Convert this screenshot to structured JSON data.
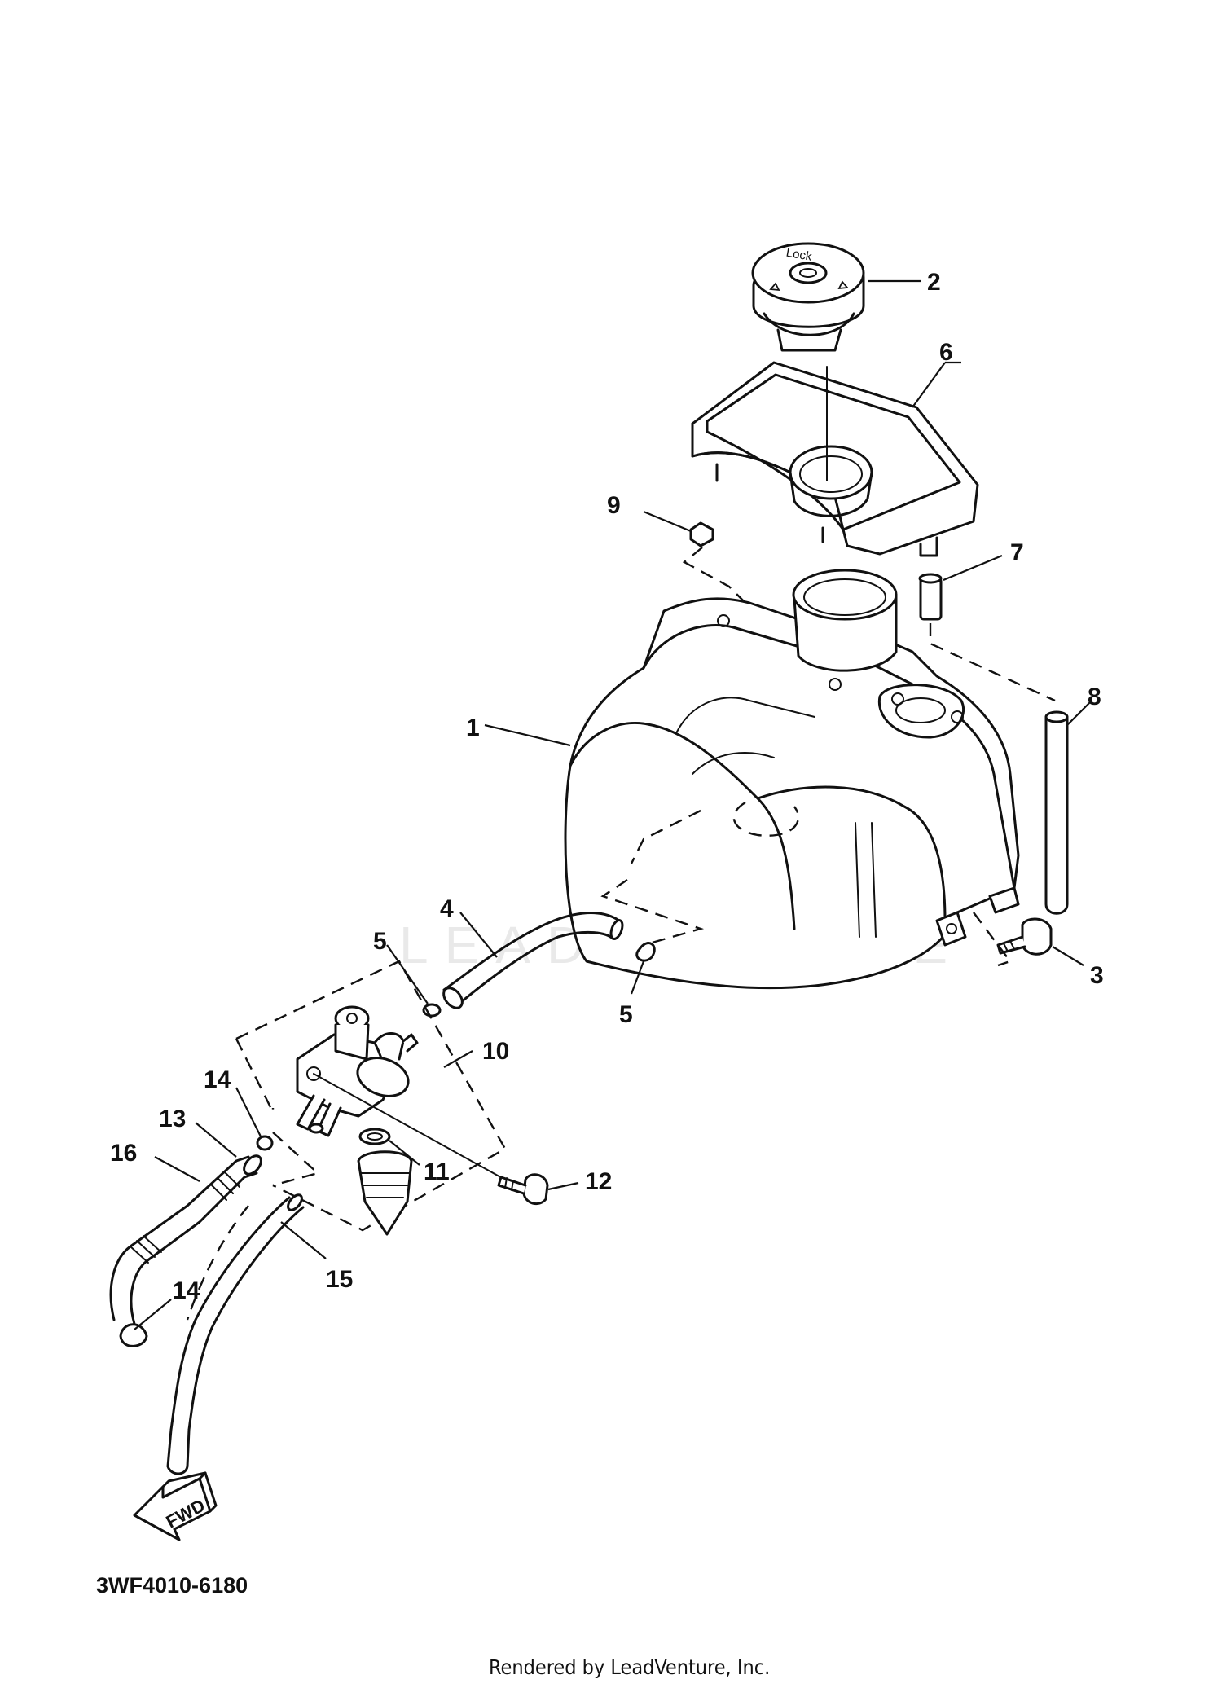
{
  "diagram": {
    "part_number": "3WF4010-6180",
    "footer": "Rendered by LeadVenture, Inc.",
    "watermark": "LEADVENTURE",
    "fwd_label": "FWD",
    "cap_label": "Lock",
    "callouts": [
      "1",
      "2",
      "3",
      "4",
      "5",
      "5",
      "6",
      "7",
      "8",
      "9",
      "10",
      "11",
      "12",
      "13",
      "14",
      "14",
      "15",
      "16"
    ]
  }
}
